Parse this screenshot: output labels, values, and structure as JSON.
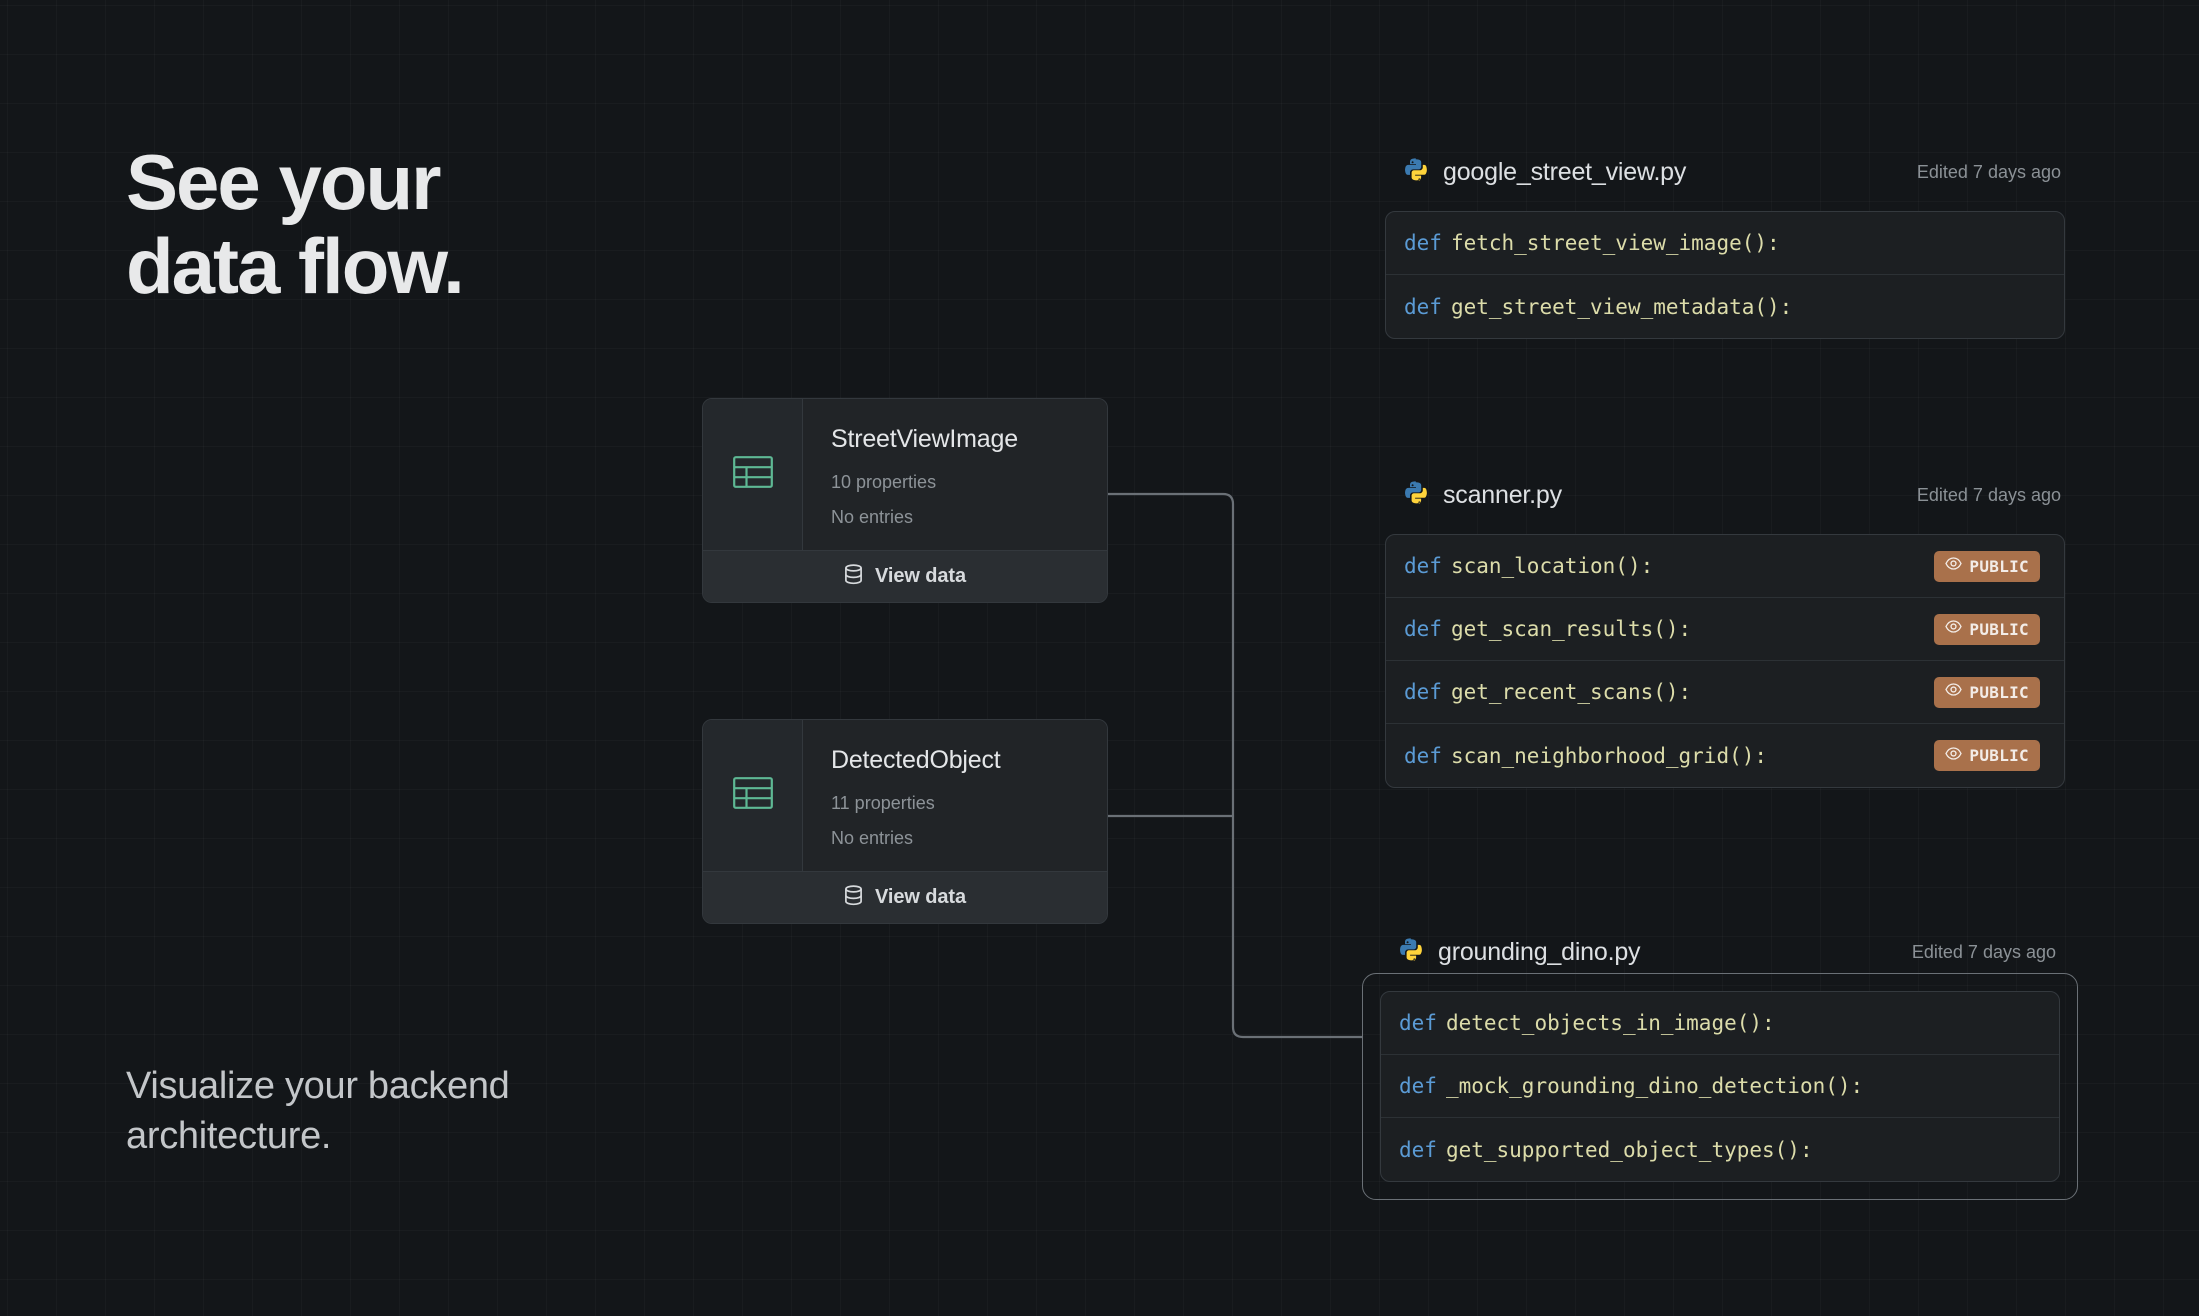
{
  "hero": {
    "headline": "See your\ndata flow.",
    "subtitle": "Visualize your backend\narchitecture."
  },
  "colors": {
    "background": "#131619",
    "grid_line": "rgba(255,255,255,0.028)",
    "headline_text": "#e8e9ea",
    "subtitle_text": "#c3c6c9",
    "card_surface": "#1f2225",
    "card_border": "#33383d",
    "code_surface": "#1c1f22",
    "keyword_blue": "#5b9bd5",
    "function_khaki": "#dcdcaa",
    "table_icon_green": "#5eb894",
    "public_badge": "#a9714b",
    "connector_line": "#6a7076",
    "python_blue": "#3b7ab0",
    "python_yellow": "#ffd43b"
  },
  "models": [
    {
      "name": "StreetViewImage",
      "properties": "10 properties",
      "entries": "No entries",
      "view_data_label": "View data",
      "icon": "table-icon",
      "footer_icon": "database-icon"
    },
    {
      "name": "DetectedObject",
      "properties": "11 properties",
      "entries": "No entries",
      "view_data_label": "View data",
      "icon": "table-icon",
      "footer_icon": "database-icon"
    }
  ],
  "files": [
    {
      "name": "google_street_view.py",
      "edited": "Edited 7 days ago",
      "icon": "python-icon",
      "selected": false,
      "functions": [
        {
          "keyword": "def",
          "signature": "fetch_street_view_image():",
          "public": false
        },
        {
          "keyword": "def",
          "signature": "get_street_view_metadata():",
          "public": false
        }
      ]
    },
    {
      "name": "scanner.py",
      "edited": "Edited 7 days ago",
      "icon": "python-icon",
      "selected": false,
      "functions": [
        {
          "keyword": "def",
          "signature": "scan_location():",
          "public": true,
          "badge": "PUBLIC"
        },
        {
          "keyword": "def",
          "signature": "get_scan_results():",
          "public": true,
          "badge": "PUBLIC"
        },
        {
          "keyword": "def",
          "signature": "get_recent_scans():",
          "public": true,
          "badge": "PUBLIC"
        },
        {
          "keyword": "def",
          "signature": "scan_neighborhood_grid():",
          "public": true,
          "badge": "PUBLIC"
        }
      ]
    },
    {
      "name": "grounding_dino.py",
      "edited": "Edited 7 days ago",
      "icon": "python-icon",
      "selected": true,
      "functions": [
        {
          "keyword": "def",
          "signature": "detect_objects_in_image():",
          "public": false
        },
        {
          "keyword": "def",
          "signature": "_mock_grounding_dino_detection():",
          "public": false
        },
        {
          "keyword": "def",
          "signature": "get_supported_object_types():",
          "public": false
        }
      ]
    }
  ]
}
